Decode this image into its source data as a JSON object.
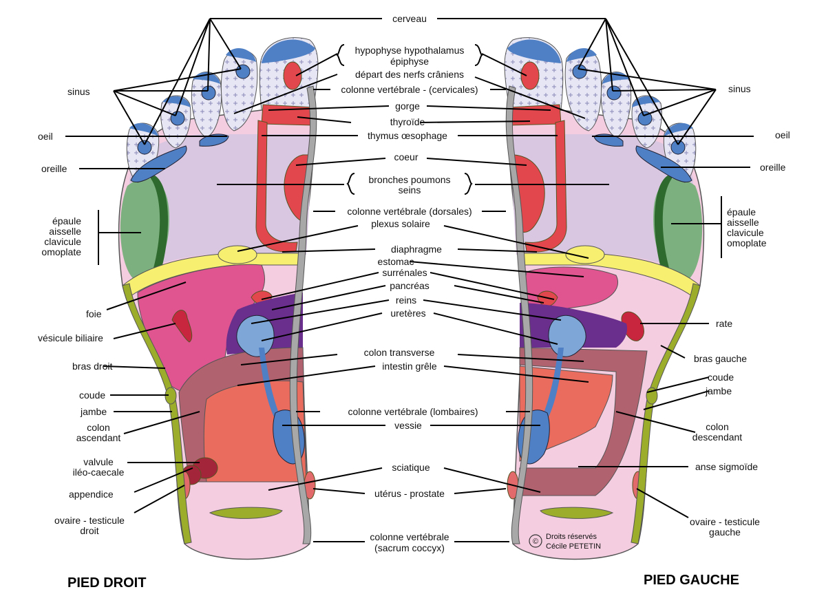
{
  "titles": {
    "right_foot": "PIED DROIT",
    "left_foot": "PIED GAUCHE"
  },
  "center_labels": {
    "cerveau": "cerveau",
    "hypophyse_l1": "hypophyse hypothalamus",
    "hypophyse_l2": "épiphyse",
    "nerfs": "départ des nerfs crâniens",
    "cervicales": "colonne vertébrale - (cervicales)",
    "gorge": "gorge",
    "thyroide": "thyroïde",
    "thymus": "thymus œsophage",
    "coeur": "coeur",
    "bronches_l1": "bronches poumons",
    "bronches_l2": "seins",
    "dorsales": "colonne vertébrale (dorsales)",
    "plexus": "plexus solaire",
    "diaphragme": "diaphragme",
    "estomac": "estomac",
    "surrenales": "surrénales",
    "pancreas": "pancréas",
    "reins": "reins",
    "ureteres": "uretères",
    "colon_transverse": "colon transverse",
    "intestin": "intestin grêle",
    "lombaires": "colonne vertébrale (lombaires)",
    "vessie": "vessie",
    "sciatique": "sciatique",
    "uterus": "utérus - prostate",
    "sacrum_l1": "colonne vertébrale",
    "sacrum_l2": "(sacrum coccyx)"
  },
  "left_labels": {
    "sinus": "sinus",
    "oeil": "oeil",
    "oreille": "oreille",
    "epaule_l1": "épaule",
    "epaule_l2": "aisselle",
    "epaule_l3": "clavicule",
    "epaule_l4": "omoplate",
    "foie": "foie",
    "vesicule": "vésicule biliaire",
    "bras": "bras droit",
    "coude": "coude",
    "jambe": "jambe",
    "colon_l1": "colon",
    "colon_l2": "ascendant",
    "valvule_l1": "valvule",
    "valvule_l2": "iléo-caecale",
    "appendice": "appendice",
    "ovaire_l1": "ovaire - testicule",
    "ovaire_l2": "droit"
  },
  "right_labels": {
    "sinus": "sinus",
    "oeil": "oeil",
    "oreille": "oreille",
    "epaule_l1": "épaule",
    "epaule_l2": "aisselle",
    "epaule_l3": "clavicule",
    "epaule_l4": "omoplate",
    "rate": "rate",
    "bras": "bras gauche",
    "coude": "coude",
    "jambe": "jambe",
    "colon_l1": "colon",
    "colon_l2": "descendant",
    "anse": "anse sigmoïde",
    "ovaire_l1": "ovaire - testicule",
    "ovaire_l2": "gauche"
  },
  "copyright": {
    "symbol": "©",
    "line1": "Droits réservés",
    "line2": "Cécile PETETIN"
  },
  "colors": {
    "blue": "#4f7fc4",
    "light_blue": "#7ea6d6",
    "lavender": "#d9c6e0",
    "toe_fill": "#e6e6f4",
    "pink": "#f4cde0",
    "magenta": "#e0558f",
    "red": "#e2474d",
    "dark_red": "#a3253a",
    "purple": "#6a2e8c",
    "dusty": "#b0626f",
    "salmon": "#ea6c5e",
    "green": "#7db07f",
    "dark_green": "#2e6a2e",
    "olive": "#9cad2c",
    "yellow": "#f7ef6f",
    "gray": "#a8a8a8"
  }
}
